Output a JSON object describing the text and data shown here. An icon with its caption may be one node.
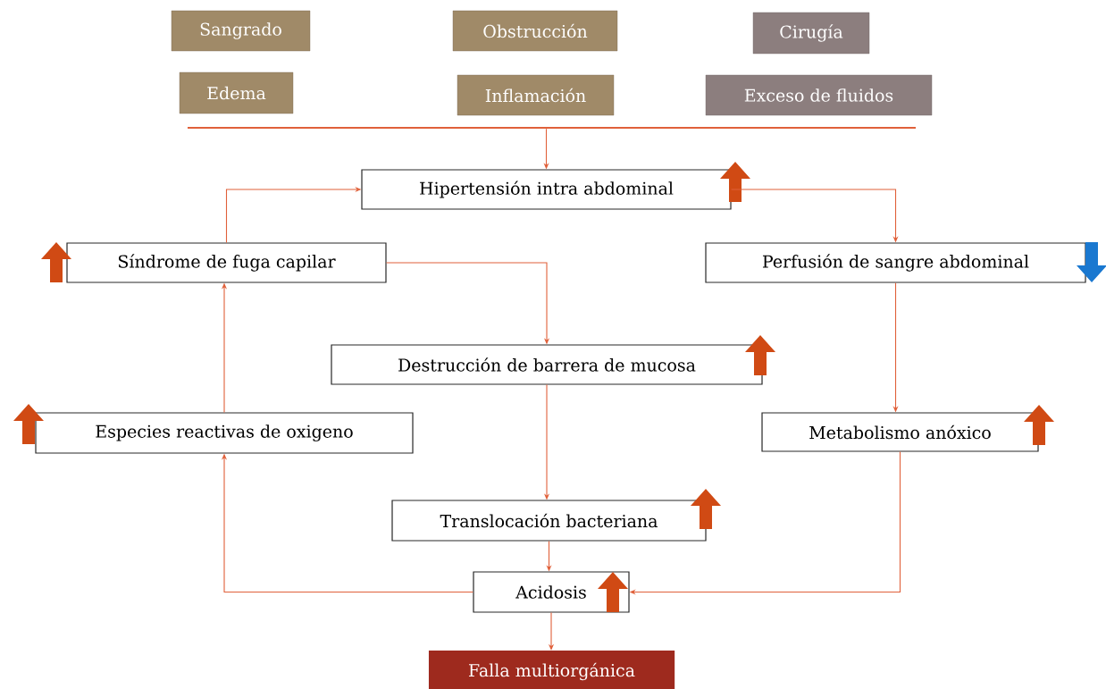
{
  "diagram": {
    "nodes": [
      {
        "text": [
          "Sangrado"
        ]
      },
      {
        "text": [
          "Obstrucción"
        ]
      },
      {
        "text": [
          "Cirugía"
        ]
      },
      {
        "text": [
          "Edema"
        ]
      },
      {
        "text": [
          "Inflamación"
        ]
      },
      {
        "text": [
          "Exceso de fluidos"
        ]
      },
      {
        "text": [],
        "shape": "bar"
      },
      {
        "text": [
          "Hipertensión intra abdominal"
        ]
      },
      {
        "text": [
          "Síndrome de fuga capilar"
        ]
      },
      {
        "text": [
          "Perfusión de sangre abdominal"
        ]
      },
      {
        "text": [
          "Destrucción de barrera de mucosa"
        ]
      },
      {
        "text": [
          "Especies reactivas de oxigeno"
        ]
      },
      {
        "text": [
          "Metabolismo anóxico"
        ]
      },
      {
        "text": [
          "Translocación bacteriana"
        ]
      },
      {
        "text": [
          "Acidosis"
        ]
      },
      {
        "text": [
          "Falla multiorgánica"
        ]
      }
    ],
    "edges": [
      {
        "from": 6,
        "to": 7,
        "arrow": "to"
      },
      {
        "from": 7,
        "to": 9,
        "arrow": "to"
      },
      {
        "from": 8,
        "to": 7,
        "arrow": "to"
      },
      {
        "from": 8,
        "to": 10,
        "arrow": "to"
      },
      {
        "from": 9,
        "to": 12,
        "arrow": "to"
      },
      {
        "from": 10,
        "to": 13,
        "arrow": "to"
      },
      {
        "from": 11,
        "to": 8,
        "arrow": "to"
      },
      {
        "from": 13,
        "to": 14,
        "arrow": "to"
      },
      {
        "from": 12,
        "to": 14,
        "arrow": "to"
      },
      {
        "from": 14,
        "to": 11,
        "arrow": "to"
      },
      {
        "from": 14,
        "to": 15,
        "arrow": "to"
      }
    ]
  }
}
